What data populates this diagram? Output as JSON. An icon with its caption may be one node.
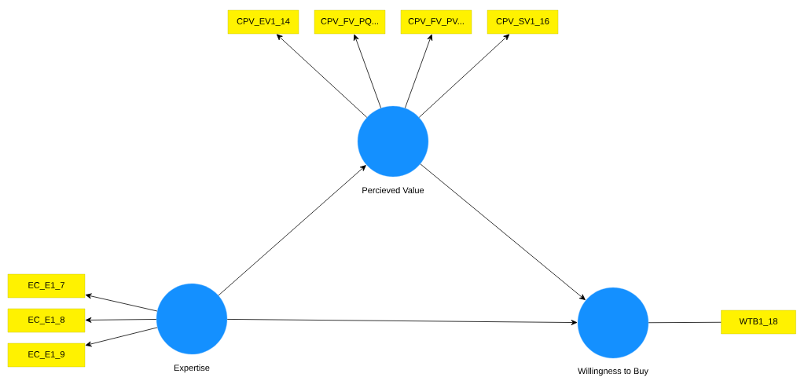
{
  "diagram": {
    "nodes": [
      {
        "text": [
          "Percieved Value"
        ]
      },
      {
        "text": [
          "Expertise"
        ]
      },
      {
        "text": [
          "Willingness to Buy"
        ]
      },
      {
        "text": [
          "CPV_EV1_14"
        ]
      },
      {
        "text": [
          "CPV_FV_PQ..."
        ]
      },
      {
        "text": [
          "CPV_FV_PV..."
        ]
      },
      {
        "text": [
          "CPV_SV1_16"
        ]
      },
      {
        "text": [
          "EC_E1_7"
        ]
      },
      {
        "text": [
          "EC_E1_8"
        ]
      },
      {
        "text": [
          "EC_E1_9"
        ]
      },
      {
        "text": [
          "WTB1_18"
        ]
      }
    ],
    "edges": [
      {
        "from": 0,
        "to": 3,
        "arrow": "to"
      },
      {
        "from": 0,
        "to": 4,
        "arrow": "to"
      },
      {
        "from": 0,
        "to": 5,
        "arrow": "to"
      },
      {
        "from": 0,
        "to": 6,
        "arrow": "to"
      },
      {
        "from": 1,
        "to": 0,
        "arrow": "to"
      },
      {
        "from": 0,
        "to": 2,
        "arrow": "to"
      },
      {
        "from": 1,
        "to": 7,
        "arrow": "to"
      },
      {
        "from": 1,
        "to": 8,
        "arrow": "to"
      },
      {
        "from": 1,
        "to": 9,
        "arrow": "to"
      },
      {
        "from": 1,
        "to": 2,
        "arrow": "to"
      },
      {
        "from": 2,
        "to": 10,
        "arrow": "none"
      }
    ]
  }
}
